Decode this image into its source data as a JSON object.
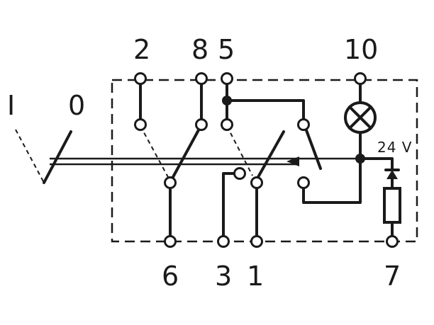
{
  "switch_positions": {
    "on": "I",
    "off": "0"
  },
  "top_terminals": [
    "2",
    "8",
    "5",
    "10"
  ],
  "bottom_terminals": [
    "6",
    "3",
    "1",
    "7"
  ],
  "voltage_label": "24 V",
  "colors": {
    "line": "#1a1a1a",
    "background": "#ffffff"
  }
}
